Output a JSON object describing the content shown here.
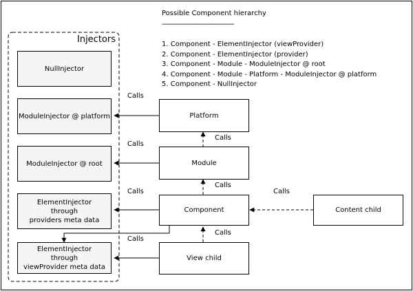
{
  "injectors_title": "Injectors",
  "hierarchy": {
    "title": "Possible Component hierarchy",
    "rule": "----------------------------------------",
    "items": [
      "1. Component - ElementInjector (viewProvider)",
      "2. Component - ElementInjector (provider)",
      "3. Component - Module - ModuleInjector @ root",
      "4. Component - Module - Platform - ModuleInjector @ platform",
      "5. Component - NullInjector"
    ]
  },
  "injectors": {
    "null": "NullInjector",
    "platform": "ModuleInjector @ platform",
    "root": "ModuleInjector @ root",
    "element_providers": "ElementInjector\nthrough\nproviders meta data",
    "element_view_providers": "ElementInjector\nthrough\nviewProvider meta data"
  },
  "nodes": {
    "platform": "Platform",
    "module": "Module",
    "component": "Component",
    "view_child": "View child",
    "content_child": "Content child"
  },
  "calls_label": "Calls"
}
